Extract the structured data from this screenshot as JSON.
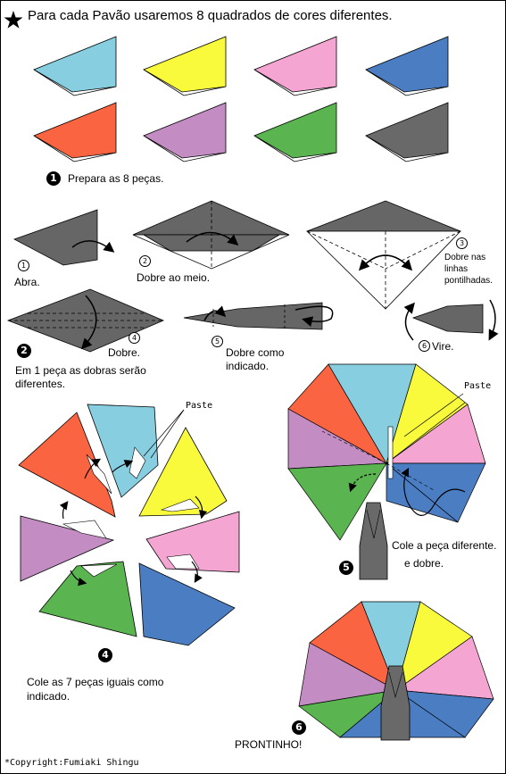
{
  "title": "Para cada Pavão usaremos 8 quadrados de cores diferentes.",
  "colors": {
    "cyan": "#87ceE0",
    "yellow": "#fafa3c",
    "pink": "#f5a5d2",
    "blue": "#4b7dc3",
    "red": "#fa6440",
    "purple": "#c38cc3",
    "green": "#5ab450",
    "gray": "#696969"
  },
  "steps": {
    "s1": {
      "num": "1",
      "text": "Prepara as 8 peças."
    },
    "s2": {
      "num": "2",
      "sub1": {
        "num": "1",
        "text": "Abra."
      },
      "sub2": {
        "num": "2",
        "text": "Dobre ao meio."
      },
      "sub3": {
        "num": "3",
        "line1": "Dobre nas",
        "line2": "linhas",
        "line3": "pontilhadas."
      },
      "sub4": {
        "num": "4",
        "text": "Dobre."
      },
      "sub5": {
        "num": "5",
        "line1": "Dobre como",
        "line2": "indicado."
      },
      "sub6": {
        "num": "6",
        "text": "Vire."
      },
      "line1": "Em 1 peça as dobras serão",
      "line2": "diferentes."
    },
    "s4": {
      "num": "4",
      "paste": "Paste",
      "line1": "Cole as 7 peças iguais como",
      "line2": "indicado."
    },
    "s5": {
      "num": "5",
      "paste": "Paste",
      "line1": "Cole a peça diferente.",
      "line2": "e dobre."
    },
    "s6": {
      "num": "6",
      "text": "PRONTINHO!"
    }
  },
  "copyright": "*Copyright:Fumiaki Shingu"
}
